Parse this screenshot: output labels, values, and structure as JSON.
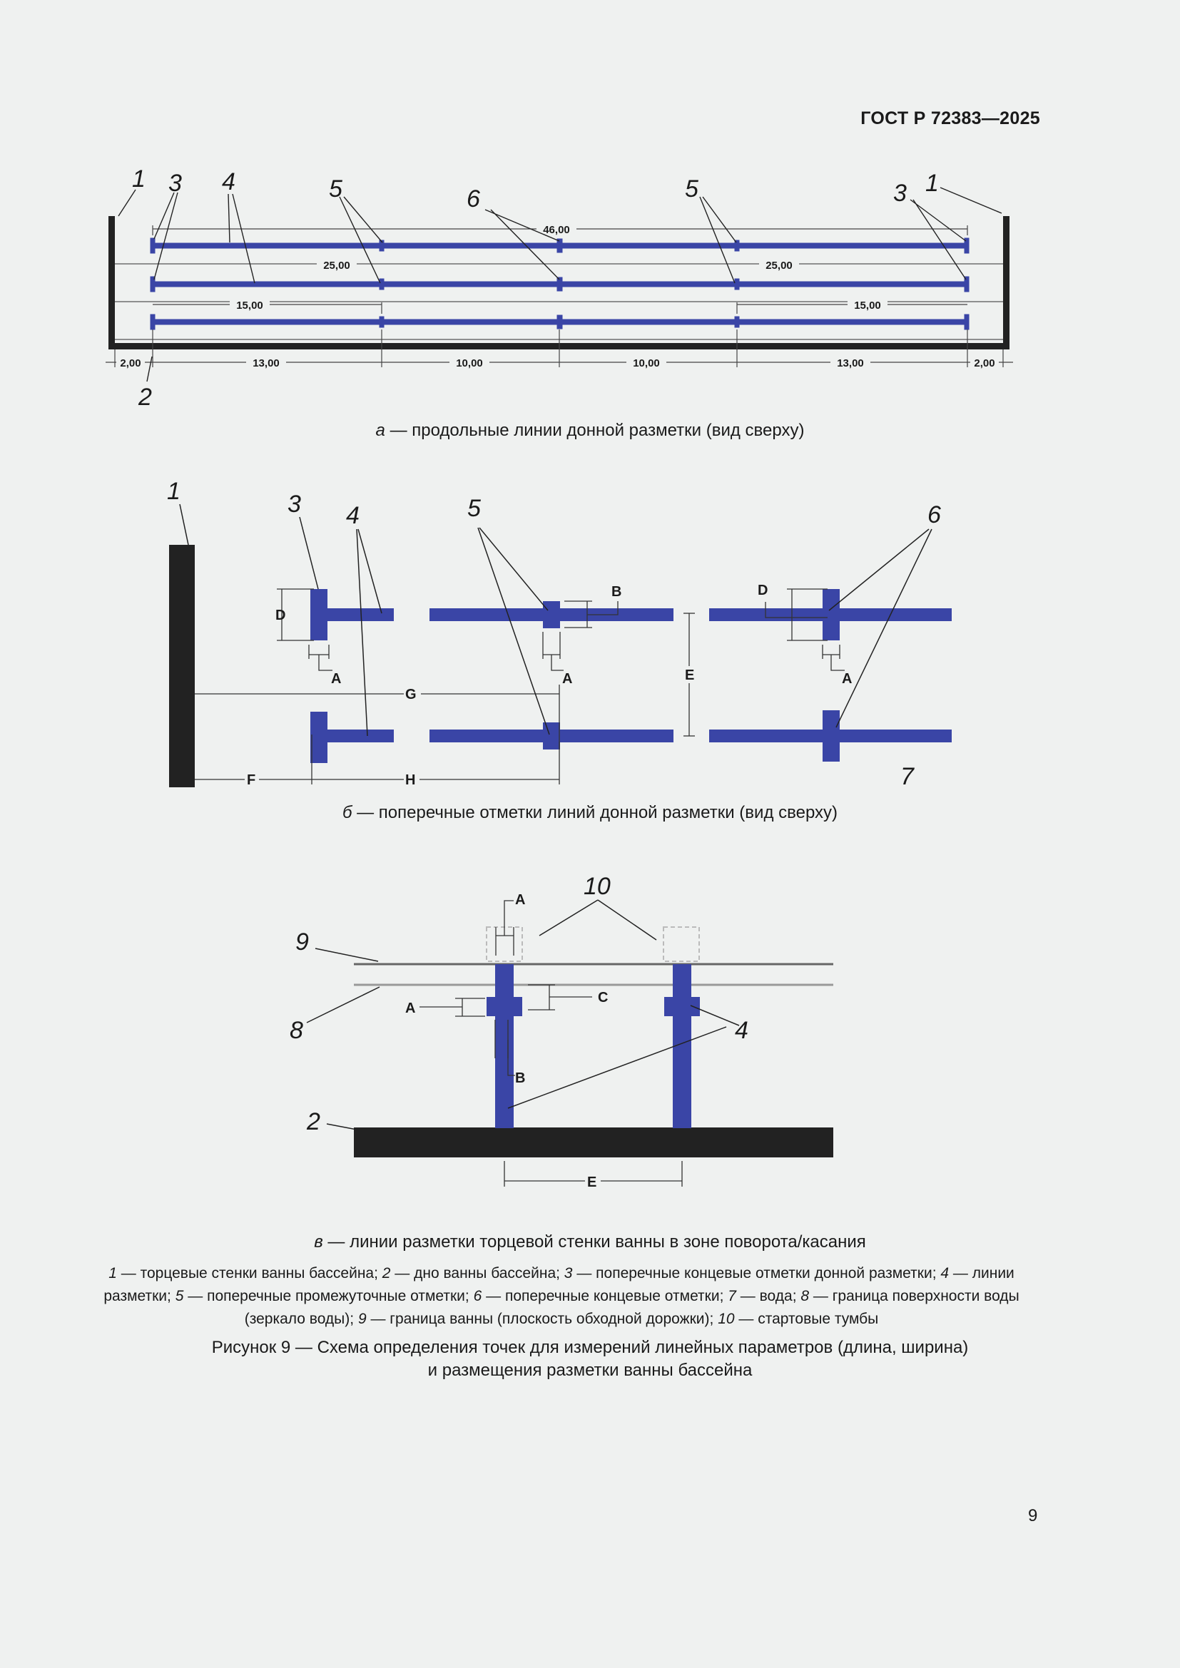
{
  "header": {
    "standard": "ГОСТ Р 72383—2025"
  },
  "figure_a": {
    "callouts": [
      "1",
      "3",
      "4",
      "5",
      "6",
      "5",
      "3",
      "1",
      "2"
    ],
    "dimensions": {
      "total": "46,00",
      "half_left": "25,00",
      "half_right": "25,00",
      "q_left": "15,00",
      "q_right": "15,00",
      "bottom": [
        "2,00",
        "13,00",
        "10,00",
        "10,00",
        "13,00",
        "2,00"
      ]
    },
    "caption_letter": "а",
    "caption_text": " — продольные линии донной разметки (вид сверху)"
  },
  "figure_b": {
    "callouts": [
      "1",
      "3",
      "4",
      "5",
      "6",
      "7"
    ],
    "letters": {
      "D1": "D",
      "A1": "A",
      "B": "B",
      "A2": "A",
      "E": "E",
      "D2": "D",
      "A3": "A",
      "G": "G",
      "F": "F",
      "H": "H"
    },
    "caption_letter": "б",
    "caption_text": " — поперечные отметки линий донной разметки (вид сверху)"
  },
  "figure_c": {
    "callouts": [
      "10",
      "9",
      "8",
      "4",
      "2"
    ],
    "letters": {
      "A_top": "A",
      "C": "C",
      "A_left": "A",
      "B": "B",
      "E": "E"
    },
    "caption_letter": "в",
    "caption_text": " — линии разметки торцевой стенки ванны в зоне поворота/касания"
  },
  "legend": [
    {
      "num": "1",
      "text": " — торцевые стенки ванны бассейна; "
    },
    {
      "num": "2",
      "text": " — дно ванны бассейна; "
    },
    {
      "num": "3",
      "text": " — поперечные концевые отметки донной разметки; "
    },
    {
      "num": "4",
      "text": " — линии разметки; "
    },
    {
      "num": "5",
      "text": " — поперечные промежуточные отметки; "
    },
    {
      "num": "6",
      "text": " — поперечные концевые отметки; "
    },
    {
      "num": "7",
      "text": " — вода; "
    },
    {
      "num": "8",
      "text": " — граница поверхности воды (зеркало воды); "
    },
    {
      "num": "9",
      "text": " — граница ванны (плоскость обходной дорожки); "
    },
    {
      "num": "10",
      "text": " — стартовые тумбы"
    }
  ],
  "figure_title": {
    "line1": "Рисунок 9 — Схема определения точек для измерений линейных параметров (длина, ширина)",
    "line2": "и размещения разметки ванны бассейна"
  },
  "page_number": "9",
  "colors": {
    "marking": "#3a45a6",
    "wall": "#222222",
    "background": "#eff1f0"
  }
}
